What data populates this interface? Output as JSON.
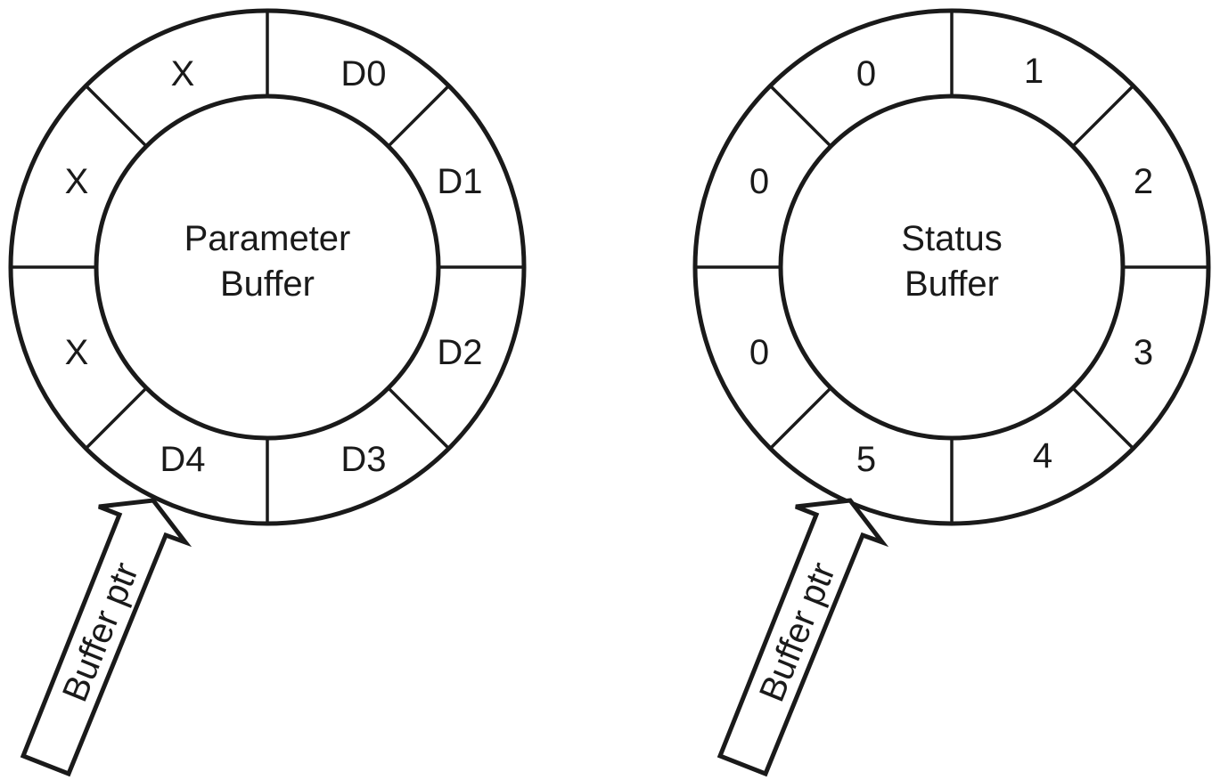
{
  "diagrams": [
    {
      "center_label_lines": [
        "Parameter",
        "Buffer"
      ],
      "slots": [
        "D0",
        "D1",
        "D2",
        "D3",
        "D4",
        "X",
        "X",
        "X"
      ],
      "pointer_label": "Buffer ptr"
    },
    {
      "center_label_lines": [
        "Status",
        "Buffer"
      ],
      "slots": [
        "1",
        "2",
        "3",
        "4",
        "5",
        "0",
        "0",
        "0"
      ],
      "pointer_label": "Buffer ptr"
    }
  ],
  "colors": {
    "stroke": "#1a1a1a",
    "background": "#ffffff"
  }
}
